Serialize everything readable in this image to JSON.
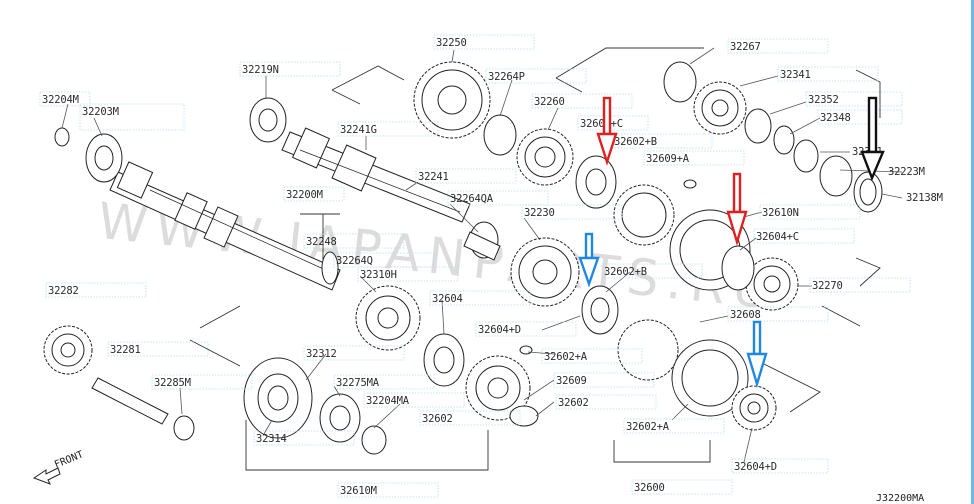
{
  "diagram_code": "J32200MA",
  "watermark": "WWW.JAPANPARTS.RU",
  "front_label": "FRONT",
  "arrow_colors": {
    "red": "#e02020",
    "blue": "#1e88e5",
    "black": "#111111"
  },
  "labels": {
    "l32204M": "32204M",
    "l32203M": "32203M",
    "l32219N": "32219N",
    "l32250": "32250",
    "l32264P": "32264P",
    "l32241G": "32241G",
    "l32260": "32260",
    "l32604C_top": "32604+C",
    "l32602B_top": "32602+B",
    "l32609A": "32609+A",
    "l32267": "32267",
    "l32341": "32341",
    "l32352": "32352",
    "l32348": "32348",
    "l32351": "32351",
    "l32223M": "32223M",
    "l32138M": "32138M",
    "l32241": "32241",
    "l32264QA": "32264QA",
    "l32200M": "32200M",
    "l32248": "32248",
    "l32230": "32230",
    "l32610N": "32610N",
    "l32604C_mid": "32604+C",
    "l32602B_mid": "32602+B",
    "l32264Q": "32264Q",
    "l32310H": "32310H",
    "l32604": "32604",
    "l32604D_mid": "32604+D",
    "l32270": "32270",
    "l32608": "32608",
    "l32282": "32282",
    "l32281": "32281",
    "l32312": "32312",
    "l32285M": "32285M",
    "l32275MA": "32275MA",
    "l32204MA": "32204MA",
    "l32602A_mid": "32602+A",
    "l32609": "32609",
    "l32602_mid": "32602",
    "l32602_low": "32602",
    "l32314": "32314",
    "l32602A_low": "32602+A",
    "l32604D_low": "32604+D",
    "l32600": "32600",
    "l32610M": "32610M"
  }
}
